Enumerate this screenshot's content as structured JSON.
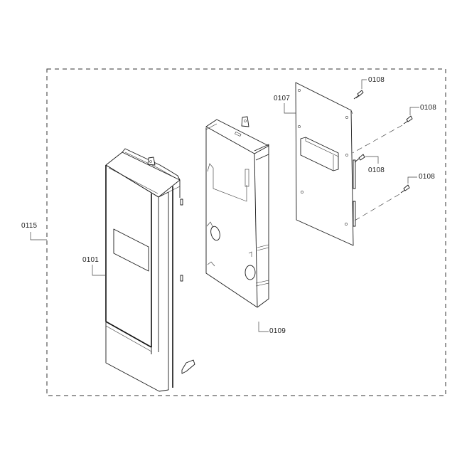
{
  "diagram": {
    "type": "exploded-parts-diagram",
    "assembly_label": "0115",
    "parts": [
      {
        "id": "0101",
        "label": "0101",
        "description": "control panel front cover"
      },
      {
        "id": "0109",
        "label": "0109",
        "description": "control panel bracket"
      },
      {
        "id": "0107",
        "label": "0107",
        "description": "circuit board with display"
      },
      {
        "id": "0108a",
        "label": "0108",
        "description": "screw"
      },
      {
        "id": "0108b",
        "label": "0108",
        "description": "screw"
      },
      {
        "id": "0108c",
        "label": "0108",
        "description": "screw"
      },
      {
        "id": "0108d",
        "label": "0108",
        "description": "screw"
      }
    ],
    "colors": {
      "line": "#1a1a1a",
      "background": "#ffffff"
    }
  }
}
